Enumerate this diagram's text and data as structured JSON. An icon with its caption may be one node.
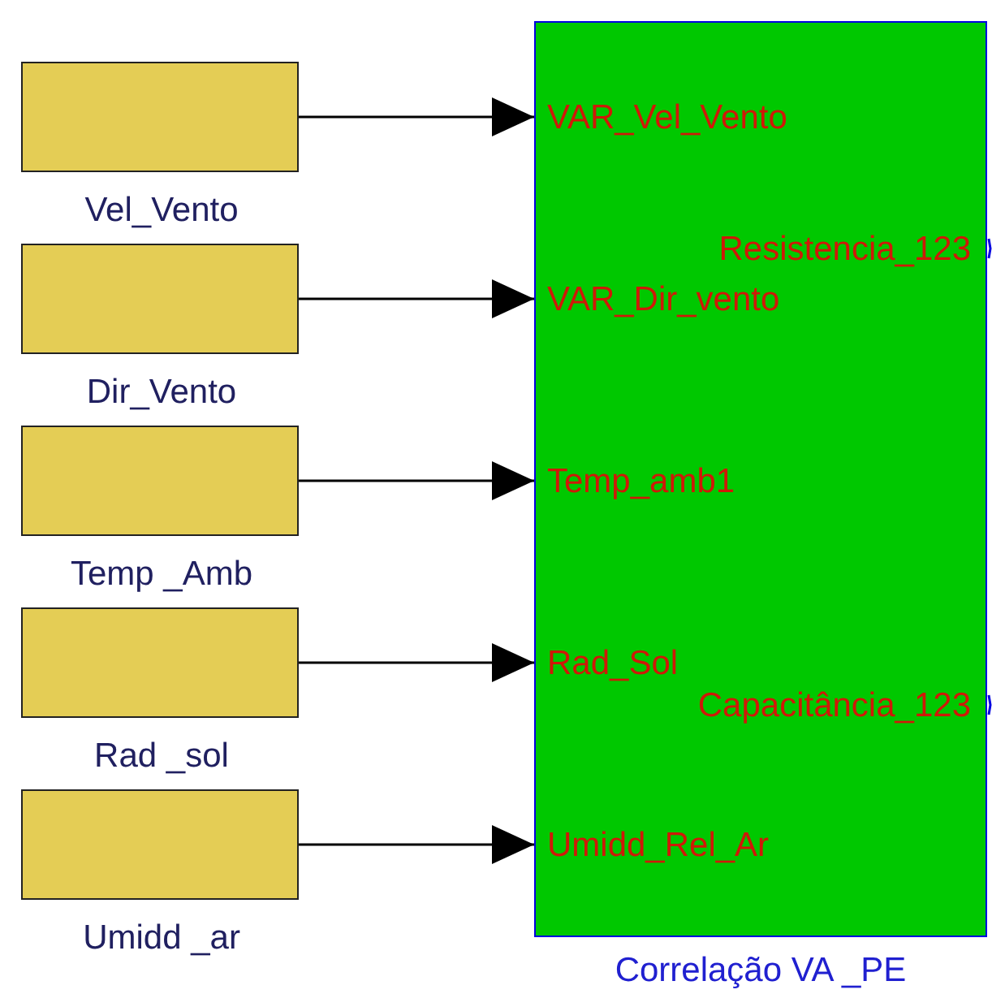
{
  "diagram": {
    "caption": "Correlação VA _PE",
    "nodes": [
      {
        "text": [
          "Vel_Vento"
        ]
      },
      {
        "text": [
          "Dir_Vento"
        ]
      },
      {
        "text": [
          "Temp _Amb"
        ]
      },
      {
        "text": [
          "Rad _sol"
        ]
      },
      {
        "text": [
          "Umidd _ar"
        ]
      },
      {
        "text": [
          "VAR_Vel_Vento",
          "Resistencia_123",
          "VAR_Dir_vento",
          "Temp_amb1",
          "Rad_Sol",
          "Capacitância_123",
          "Umidd_Rel_Ar"
        ]
      }
    ],
    "edges": [
      {
        "from": 0,
        "to": 5,
        "arrow": "to"
      },
      {
        "from": 1,
        "to": 5,
        "arrow": "to"
      },
      {
        "from": 2,
        "to": 5,
        "arrow": "to"
      },
      {
        "from": 3,
        "to": 5,
        "arrow": "to"
      },
      {
        "from": 4,
        "to": 5,
        "arrow": "to"
      }
    ]
  }
}
